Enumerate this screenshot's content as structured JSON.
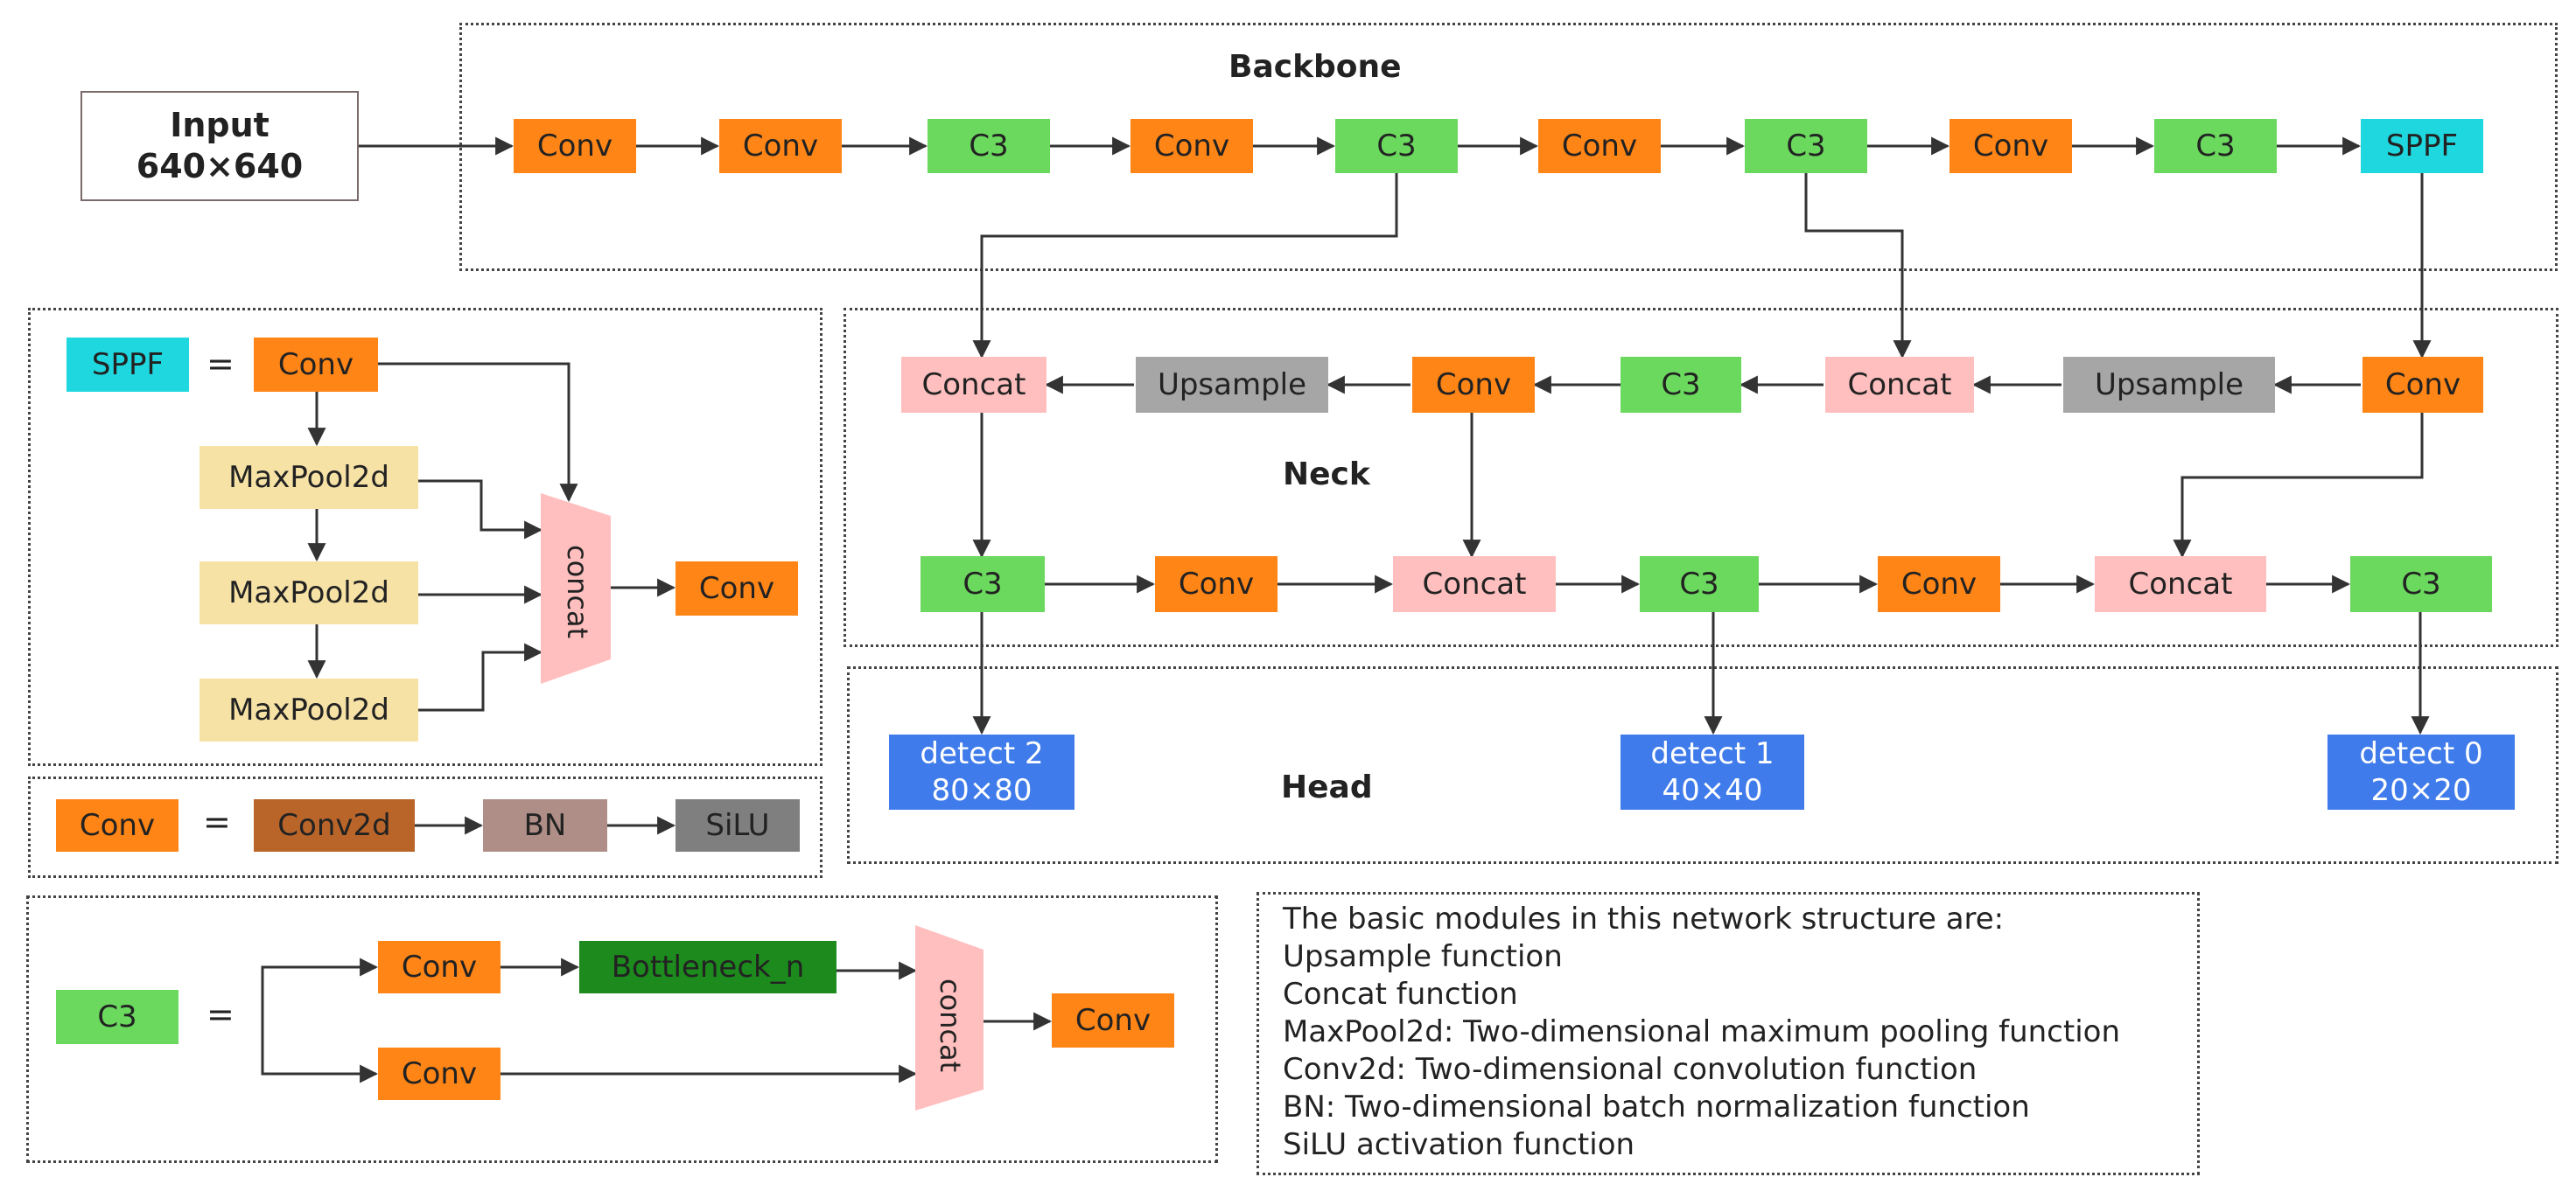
{
  "input": {
    "title": "Input",
    "size": "640×640"
  },
  "labels": {
    "backbone": "Backbone",
    "neck": "Neck",
    "head": "Head"
  },
  "blocks": {
    "conv": "Conv",
    "c3": "C3",
    "sppf": "SPPF",
    "concat": "Concat",
    "upsample": "Upsample",
    "maxpool": "MaxPool2d",
    "concat_small": "concat",
    "conv2d": "Conv2d",
    "bn": "BN",
    "silu": "SiLU",
    "bottleneck": "Bottleneck_n"
  },
  "detect": [
    {
      "name": "detect 2",
      "size": "80×80"
    },
    {
      "name": "detect 1",
      "size": "40×40"
    },
    {
      "name": "detect 0",
      "size": "20×20"
    }
  ],
  "equals": "=",
  "notes": [
    "The basic modules in this network structure are:",
    "Upsample function",
    "Concat function",
    "MaxPool2d: Two-dimensional maximum pooling function",
    "Conv2d: Two-dimensional convolution function",
    "BN: Two-dimensional batch normalization function",
    "SiLU activation function"
  ],
  "colors": {
    "conv": "#FF8516",
    "c3": "#6BD95E",
    "sppf": "#1FD7DE",
    "concat": "#FFBFBF",
    "upsample": "#A6A6A6",
    "maxpool": "#F7E2A6",
    "conv2d": "#B9652A",
    "bn": "#AE8E86",
    "silu": "#7F7F7F",
    "bottleneck": "#1C8A1C",
    "detect": "#3F7BEA"
  }
}
